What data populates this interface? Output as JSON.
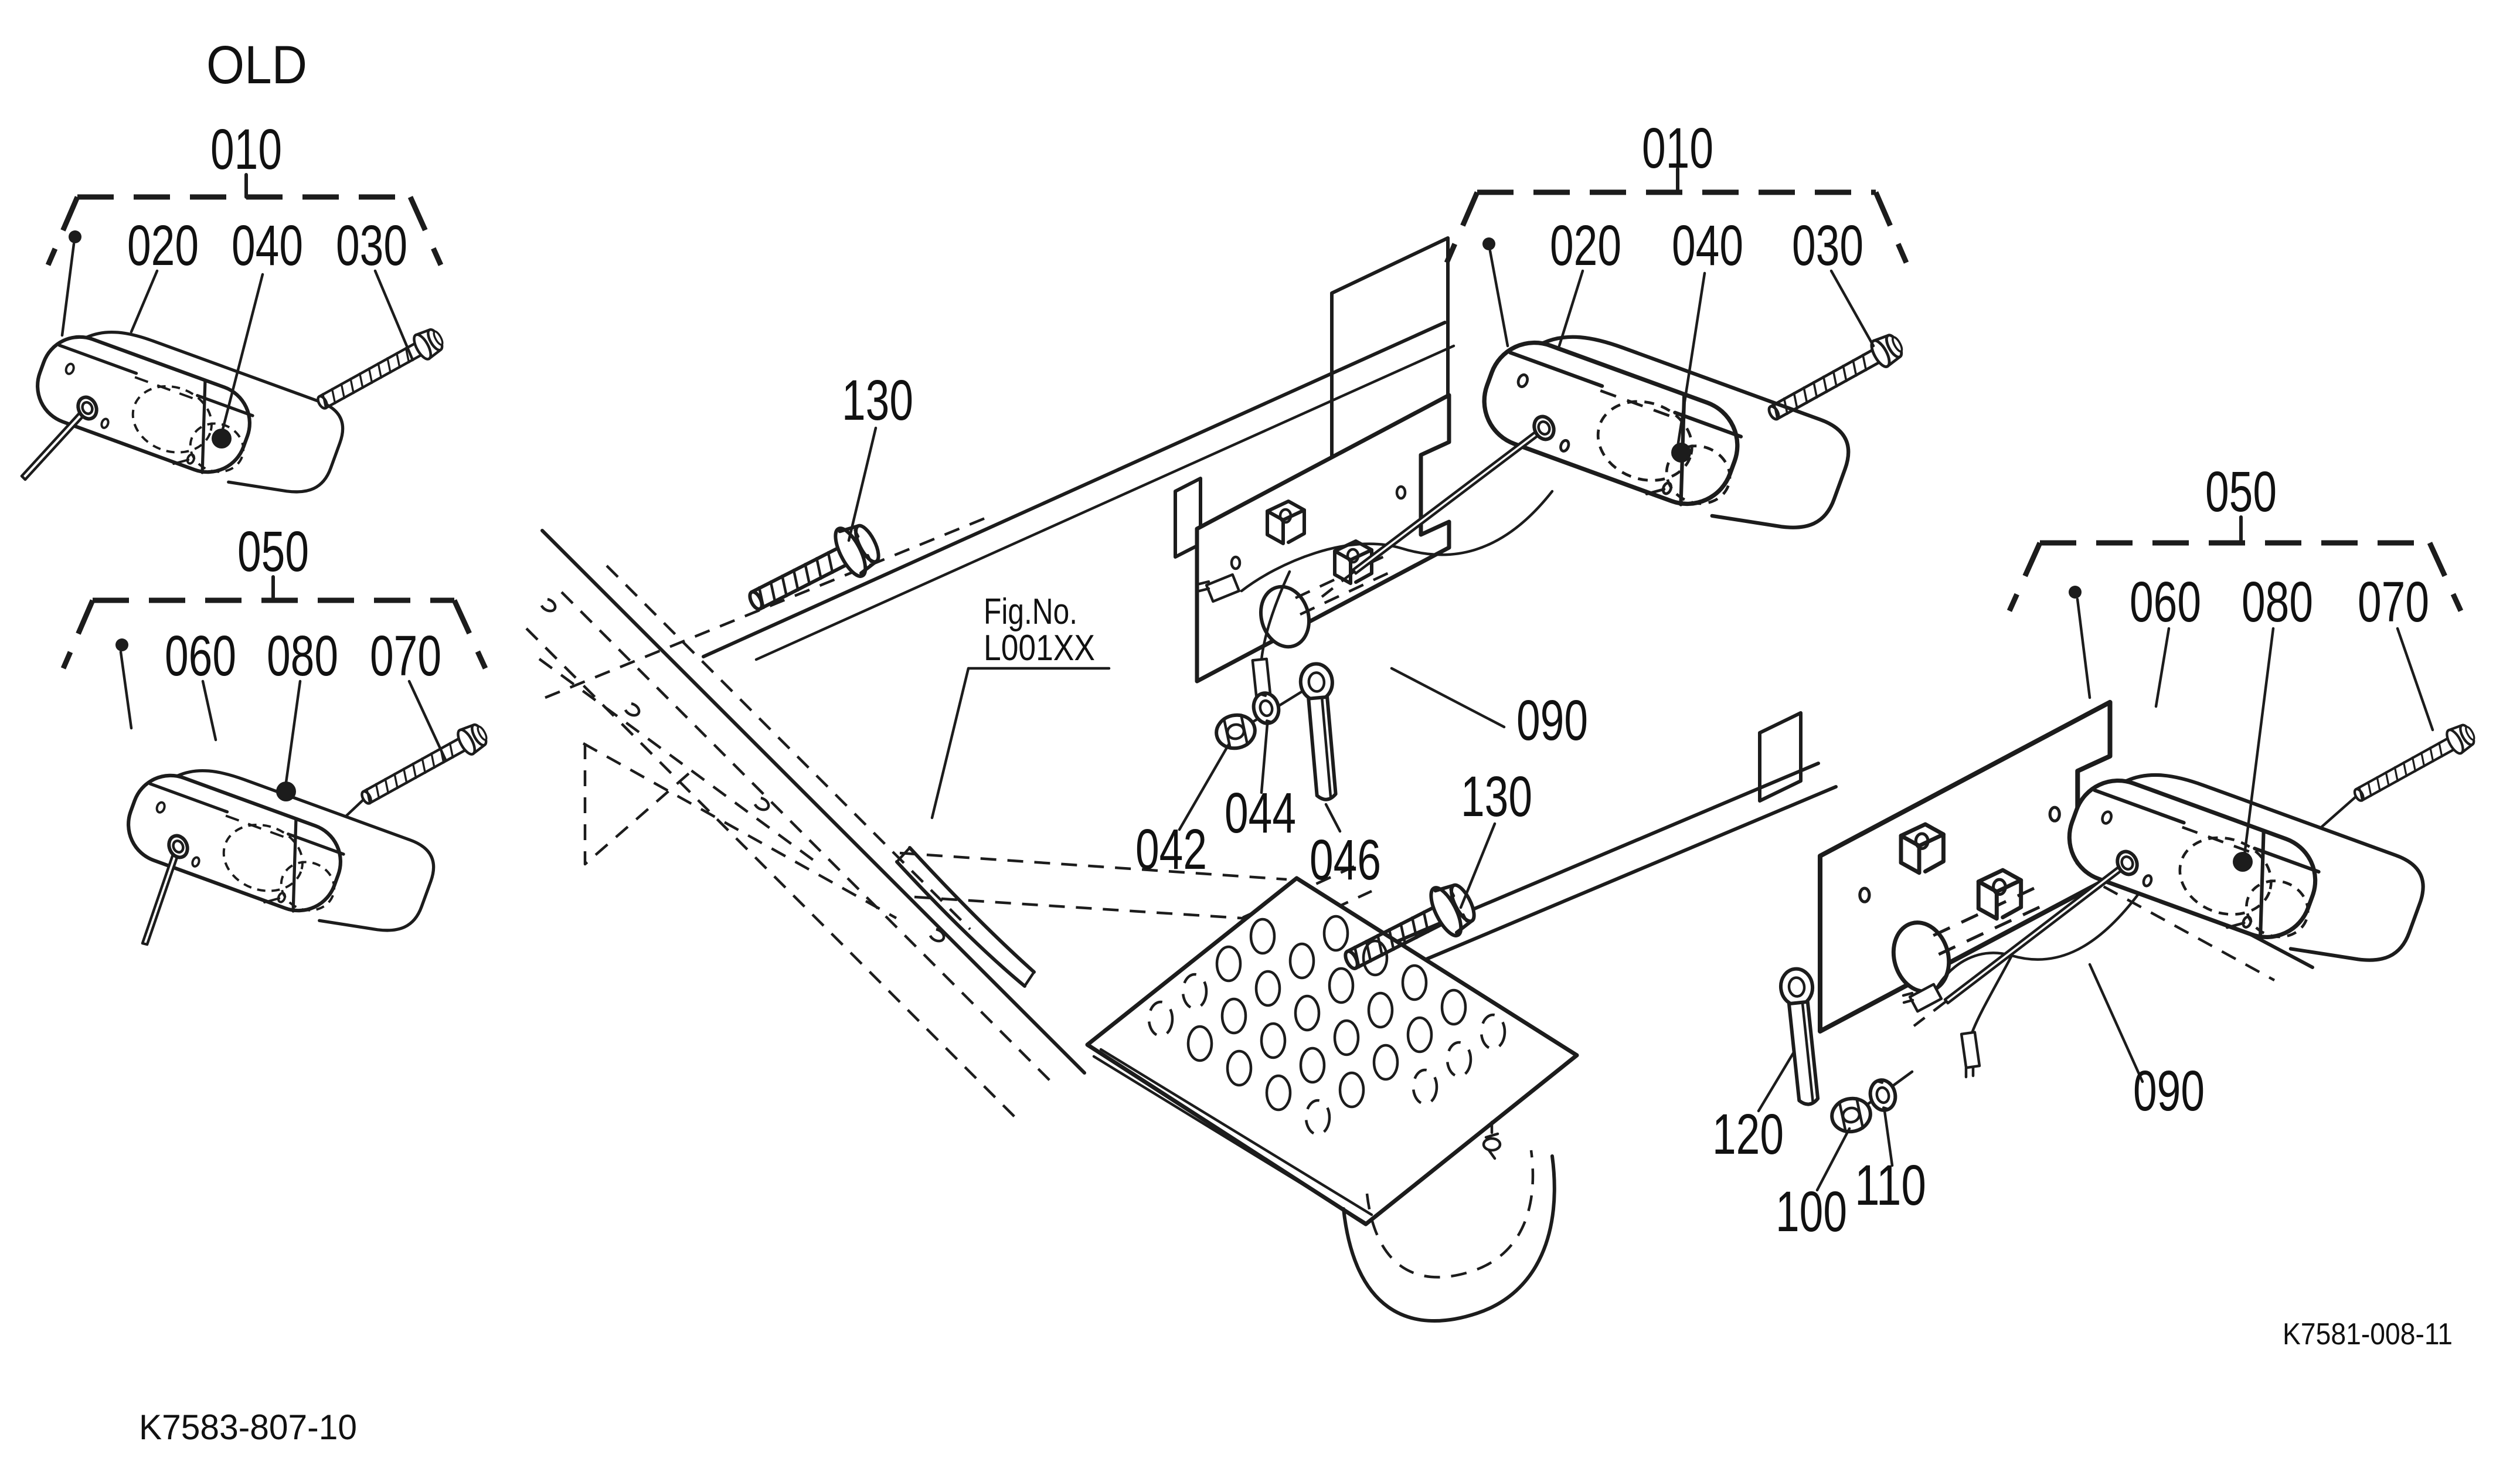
{
  "page": {
    "background": "#ffffff",
    "ink": "#1c1c1c"
  },
  "annotations": {
    "legacy_tag": "OLD",
    "fig_reference": {
      "label": "Fig.No.",
      "value": "L001XX"
    },
    "drawing_code_bottom_left": "K7583-807-10",
    "drawing_code_bottom_right": "K7581-008-11"
  },
  "groups": [
    {
      "name": "old-head-lamp-assembly",
      "label": "010",
      "parts": [
        "020",
        "040",
        "030"
      ]
    },
    {
      "name": "old-work-lamp-assembly",
      "label": "050",
      "parts": [
        "060",
        "080",
        "070"
      ]
    },
    {
      "name": "head-lamp-assembly",
      "label": "010",
      "parts": [
        "020",
        "040",
        "030"
      ]
    },
    {
      "name": "work-lamp-assembly",
      "label": "050",
      "parts": [
        "060",
        "080",
        "070"
      ]
    }
  ],
  "callouts": {
    "mount_bolt_upper": "130",
    "mount_bolt_lower": "130",
    "lamp_bracket": "090",
    "lamp_bracket_2": "090",
    "flange_nut": "042",
    "spring_washer": "044",
    "spacer": "046",
    "spacer_2": "120",
    "flange_nut_2": "100",
    "spring_washer_2": "110"
  }
}
